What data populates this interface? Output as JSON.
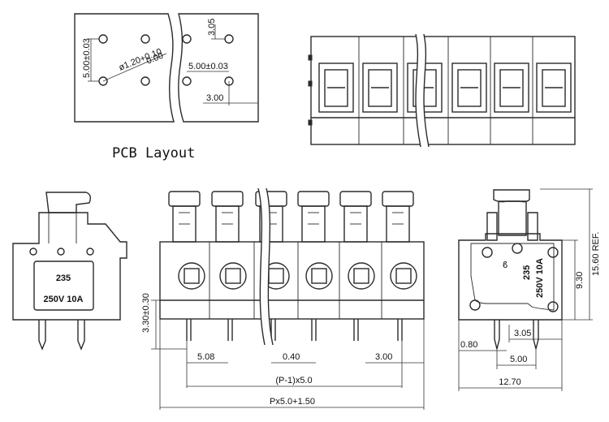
{
  "pcb": {
    "title": "PCB  Layout",
    "dim_pitch_v": "5.00±0.03",
    "dim_hole_main": "ø1.20+0.10",
    "dim_hole_tol": "0.00",
    "dim_offset": "3.05",
    "dim_pitch_h": "5.00±0.03",
    "dim_edge": "3.00"
  },
  "side_left": {
    "part_no": "235",
    "rating": "250V 10A"
  },
  "front": {
    "dim_height": "3.30±0.30",
    "dim_pin_offset": "5.08",
    "dim_pin_width": "0.40",
    "dim_edge": "3.00",
    "dim_pitch_total": "(P-1)x5.0",
    "dim_overall": "Px5.0+1.50"
  },
  "side_right": {
    "part_no": "235",
    "rating": "250V 10A",
    "dim_ref": "15.60 REF.",
    "dim_body": "9.30",
    "dim_pin_spacing": "3.05",
    "dim_pin_w": "0.80",
    "dim_pin_pitch": "5.00",
    "dim_width": "12.70"
  }
}
